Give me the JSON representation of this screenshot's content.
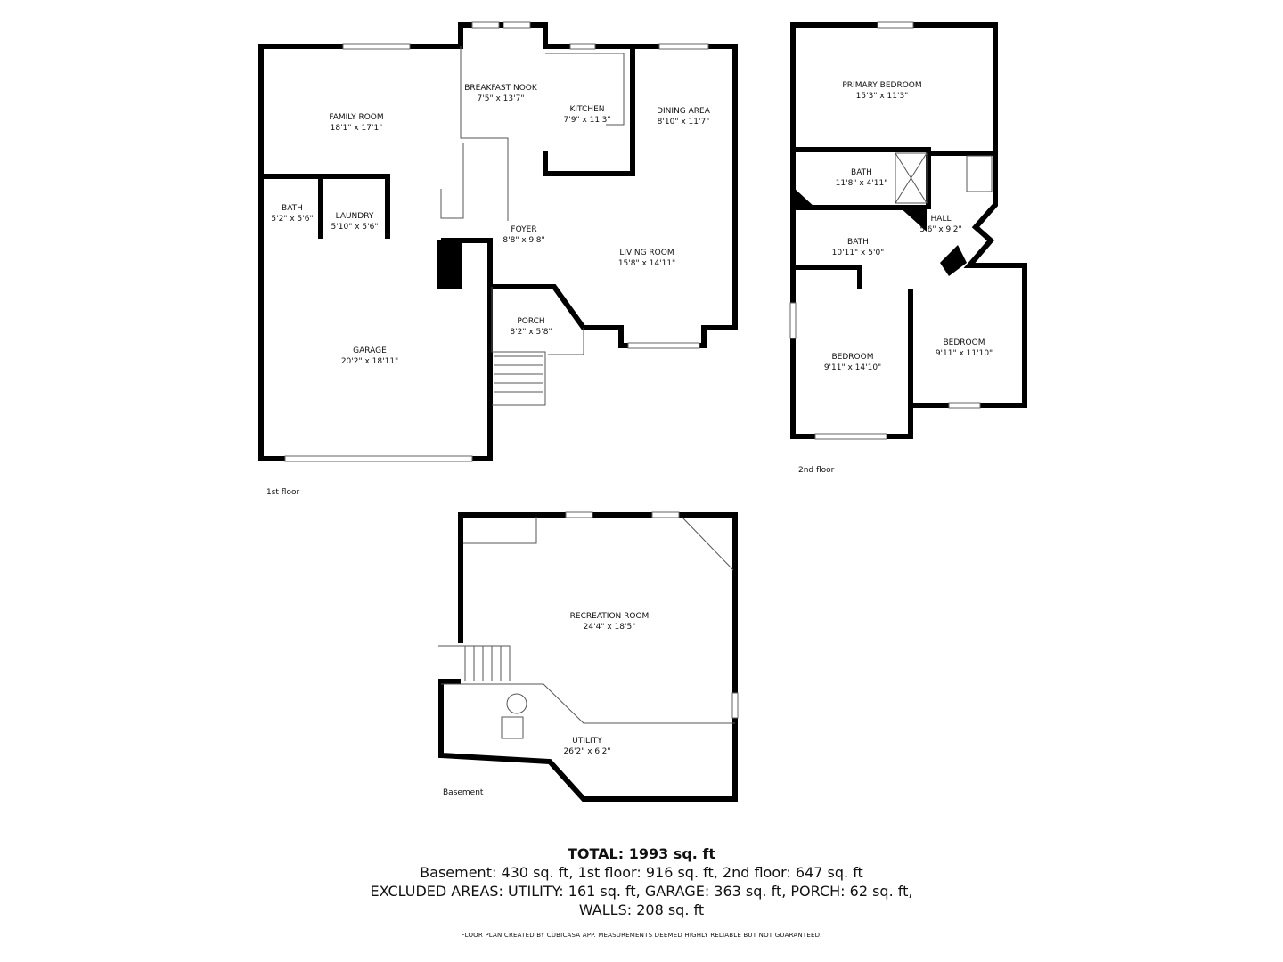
{
  "floors": {
    "first": {
      "label": "1st floor",
      "rooms": [
        {
          "name": "FAMILY ROOM",
          "size": "18'1\" x 17'1\""
        },
        {
          "name": "BREAKFAST NOOK",
          "size": "7'5\" x 13'7\""
        },
        {
          "name": "KITCHEN",
          "size": "7'9\" x 11'3\""
        },
        {
          "name": "DINING AREA",
          "size": "8'10\" x 11'7\""
        },
        {
          "name": "BATH",
          "size": "5'2\" x 5'6\""
        },
        {
          "name": "LAUNDRY",
          "size": "5'10\" x 5'6\""
        },
        {
          "name": "FOYER",
          "size": "8'8\" x 9'8\""
        },
        {
          "name": "LIVING ROOM",
          "size": "15'8\" x 14'11\""
        },
        {
          "name": "PORCH",
          "size": "8'2\" x 5'8\""
        },
        {
          "name": "GARAGE",
          "size": "20'2\" x 18'11\""
        }
      ]
    },
    "second": {
      "label": "2nd floor",
      "rooms": [
        {
          "name": "PRIMARY BEDROOM",
          "size": "15'3\" x 11'3\""
        },
        {
          "name": "BATH",
          "size": "11'8\" x 4'11\""
        },
        {
          "name": "HALL",
          "size": "5'6\" x 9'2\""
        },
        {
          "name": "BATH",
          "size": "10'11\" x 5'0\""
        },
        {
          "name": "BEDROOM",
          "size": "9'11\" x 14'10\""
        },
        {
          "name": "BEDROOM",
          "size": "9'11\" x 11'10\""
        }
      ]
    },
    "basement": {
      "label": "Basement",
      "rooms": [
        {
          "name": "RECREATION ROOM",
          "size": "24'4\" x 18'5\""
        },
        {
          "name": "UTILITY",
          "size": "26'2\" x 6'2\""
        }
      ]
    }
  },
  "totals": {
    "total": "TOTAL: 1993 sq. ft",
    "line1": "Basement: 430 sq. ft, 1st floor: 916 sq. ft, 2nd floor: 647 sq. ft",
    "line2": "EXCLUDED AREAS: UTILITY: 161 sq. ft, GARAGE: 363 sq. ft, PORCH: 62 sq. ft,",
    "line3": "WALLS: 208 sq. ft"
  },
  "disclaimer": "FLOOR PLAN CREATED BY CUBICASA APP. MEASUREMENTS DEEMED HIGHLY RELIABLE BUT NOT GUARANTEED."
}
